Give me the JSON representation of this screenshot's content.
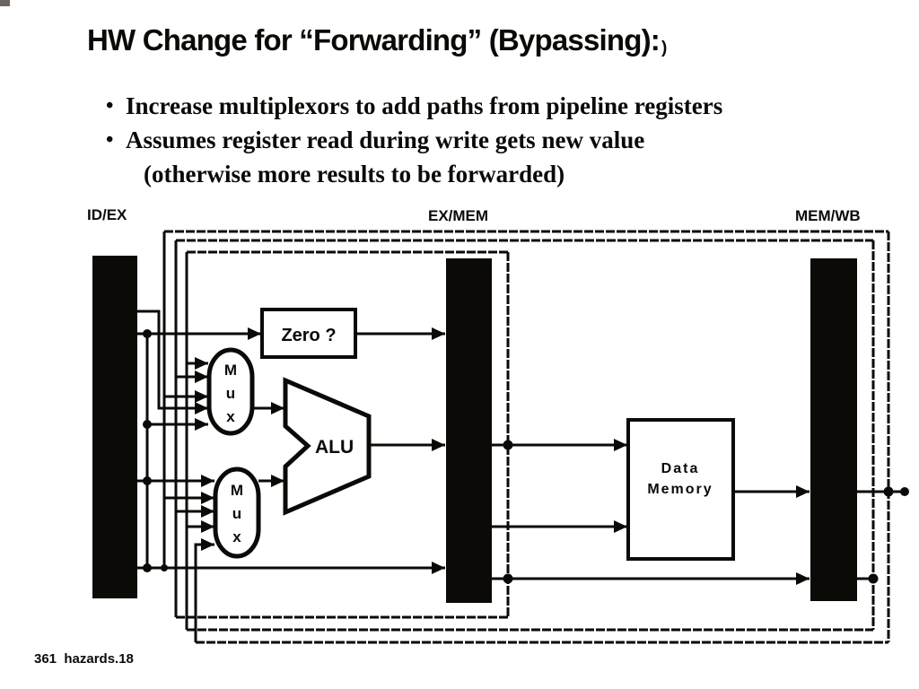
{
  "slide": {
    "title": "HW Change for “Forwarding” (Bypassing):",
    "title_suffix": ")",
    "bullets": [
      {
        "marker": "•",
        "text": "Increase multiplexors to add paths from pipeline registers"
      },
      {
        "marker": "•",
        "text": "Assumes register read during write gets new value",
        "continuation": "(otherwise more results to be forwarded)"
      }
    ],
    "footer": "361  hazards.18"
  },
  "diagram": {
    "pipeline_registers": [
      {
        "label": "ID/EX"
      },
      {
        "label": "EX/MEM"
      },
      {
        "label": "MEM/WB"
      }
    ],
    "zero_box_label": "Zero ?",
    "alu_label": "ALU",
    "mux_letters": [
      "M",
      "u",
      "x"
    ],
    "data_memory_label": {
      "line1": "Data",
      "line2": "Memory"
    },
    "colors": {
      "ink": "#0c0a07",
      "background": "#ffffff"
    }
  }
}
